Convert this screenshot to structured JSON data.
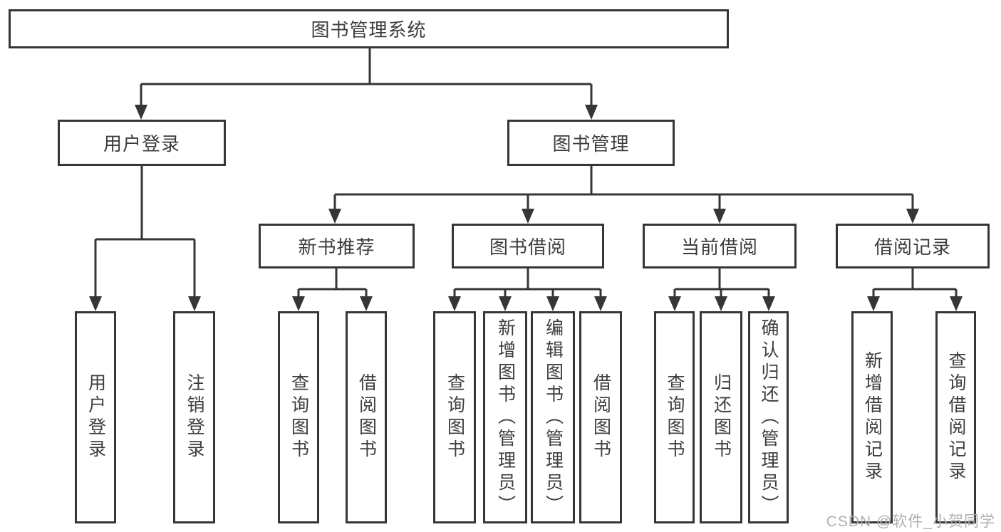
{
  "colors": {
    "line": "#363636",
    "text": "#3d3d3d",
    "background": "#ffffff",
    "watermark": "#b0b0b0"
  },
  "watermark": "CSDN @软件_小贺同学",
  "tree": {
    "root": {
      "label": "图书管理系统"
    },
    "branches": [
      {
        "label": "用户登录",
        "leaves": [
          {
            "label": "用户登录"
          },
          {
            "label": "注销登录"
          }
        ]
      },
      {
        "label": "图书管理",
        "groups": [
          {
            "label": "新书推荐",
            "leaves": [
              {
                "label": "查询图书"
              },
              {
                "label": "借阅图书"
              }
            ]
          },
          {
            "label": "图书借阅",
            "leaves": [
              {
                "label": "查询图书"
              },
              {
                "label": "新增图书（管理员）"
              },
              {
                "label": "编辑图书（管理员）"
              },
              {
                "label": "借阅图书"
              }
            ]
          },
          {
            "label": "当前借阅",
            "leaves": [
              {
                "label": "查询图书"
              },
              {
                "label": "归还图书"
              },
              {
                "label": "确认归还（管理员）"
              }
            ]
          },
          {
            "label": "借阅记录",
            "leaves": [
              {
                "label": "新增借阅记录"
              },
              {
                "label": "查询借阅记录"
              }
            ]
          }
        ]
      }
    ]
  }
}
